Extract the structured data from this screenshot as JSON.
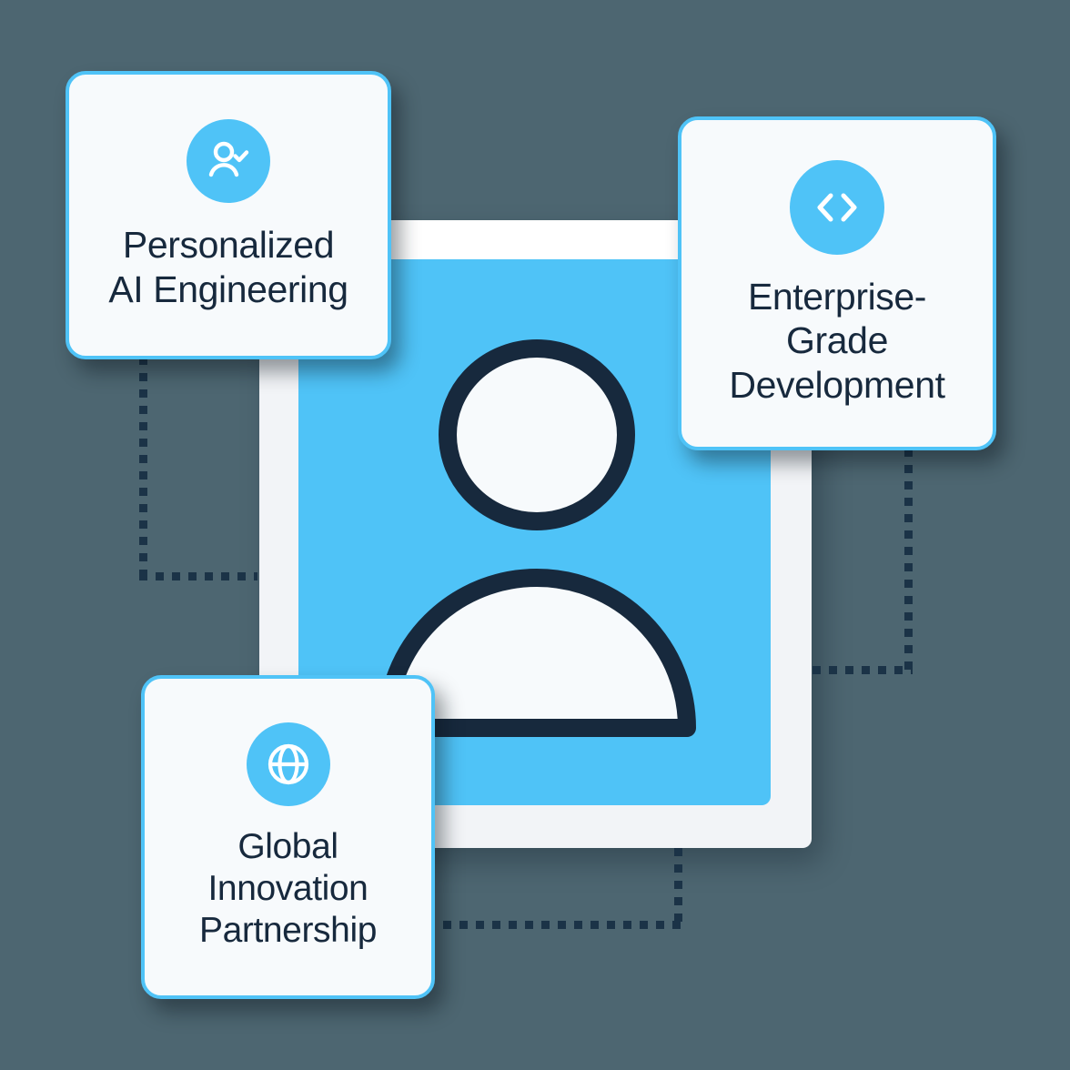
{
  "canvas": {
    "background_color": "#4d6671",
    "accent_color": "#4fc3f7",
    "text_color": "#17293d",
    "card_background": "#f7fafc",
    "connector_color": "#1b3347"
  },
  "center_graphic": {
    "name": "user-profile-illustration",
    "frame_color": "#f2f4f7",
    "panel_color": "#4fc3f7",
    "glyph_color": "#17293d",
    "glyph_fill": "#f7fafc"
  },
  "cards": [
    {
      "id": "personalized",
      "icon": "user-check-icon",
      "title": "Personalized\nAI Engineering"
    },
    {
      "id": "enterprise",
      "icon": "code-brackets-icon",
      "title": "Enterprise-\nGrade\nDevelopment"
    },
    {
      "id": "global",
      "icon": "globe-icon",
      "title": "Global\nInnovation\nPartnership"
    }
  ],
  "connectors": [
    {
      "id": "personalized-connector",
      "from": "personalized",
      "to": "center-graphic"
    },
    {
      "id": "enterprise-connector",
      "from": "enterprise",
      "to": "center-graphic"
    },
    {
      "id": "global-connector",
      "from": "center-graphic",
      "to": "global"
    }
  ]
}
